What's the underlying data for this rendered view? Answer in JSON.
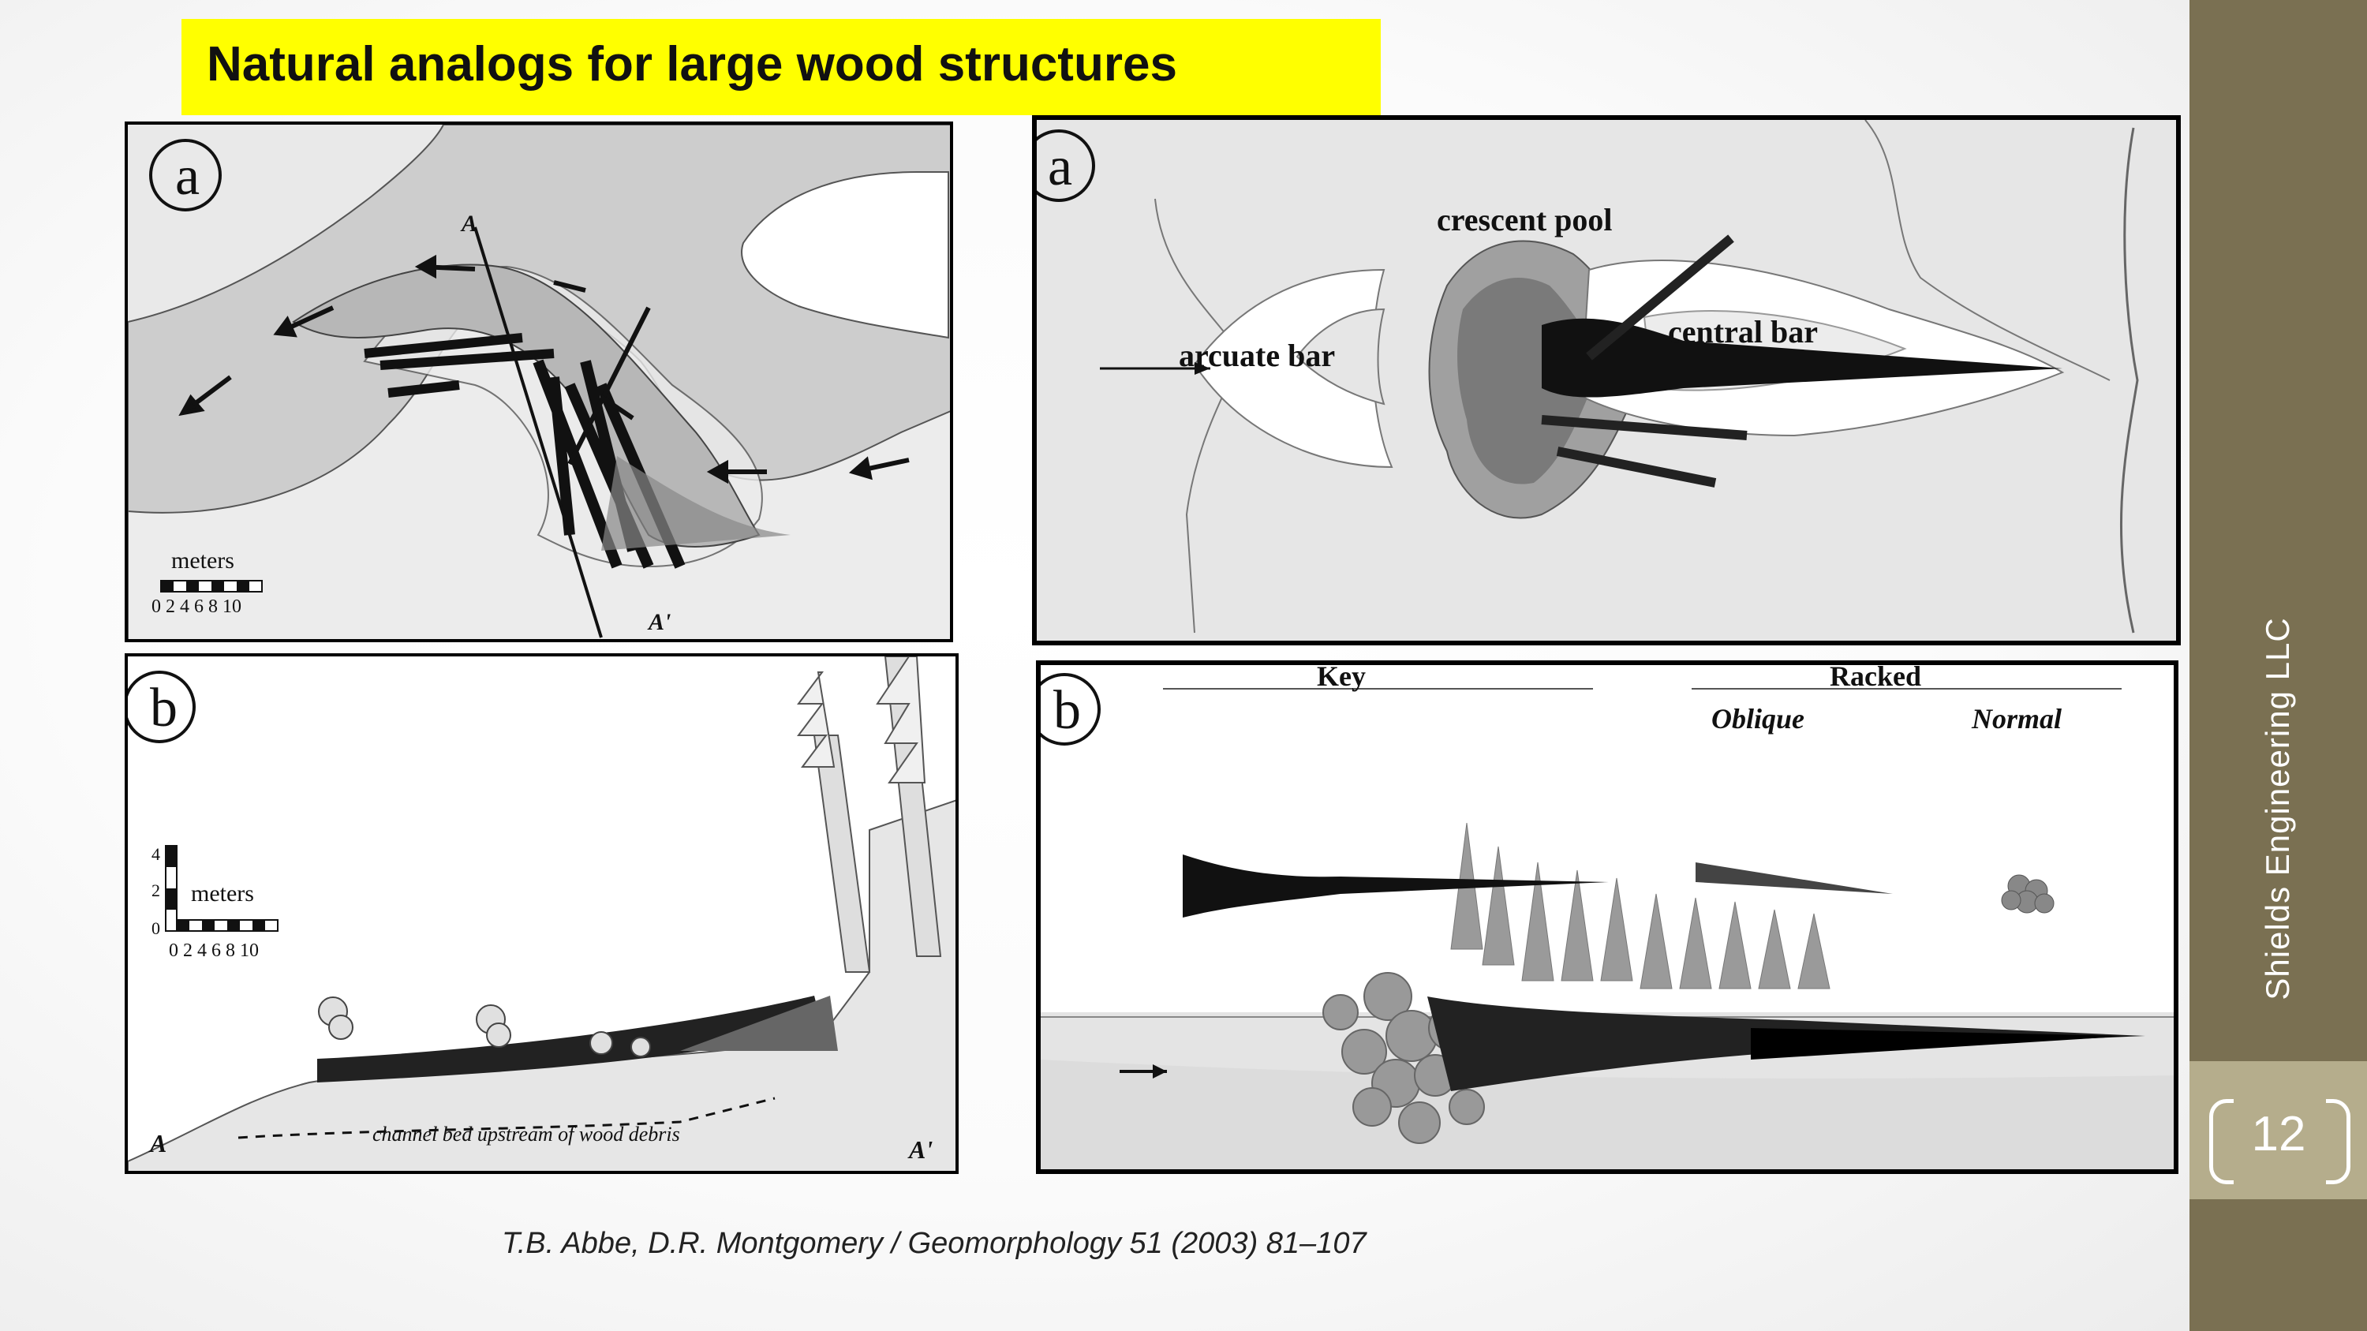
{
  "slide": {
    "title": "Natural analogs for large wood structures",
    "citation": "T.B. Abbe, D.R. Montgomery / Geomorphology 51 (2003) 81–107",
    "company": "Shields Engineering LLC",
    "page_number": "12",
    "colors": {
      "title_highlight": "#ffff00",
      "sidebar": "#7a7052",
      "page_badge": "#b5ad8c"
    }
  },
  "figures": {
    "top_left": {
      "panel_label": "a",
      "section_start": "A",
      "section_end": "A'",
      "scale_title": "meters",
      "scale_ticks": "0 2 4 6 8 10"
    },
    "bottom_left": {
      "panel_label": "b",
      "scale_title": "meters",
      "vertical_ticks": [
        "4",
        "2",
        "0"
      ],
      "scale_ticks": "0 2 4 6 8 10",
      "bed_label": "channel bed upstream of wood debris",
      "section_start": "A",
      "section_end": "A'"
    },
    "top_right": {
      "panel_label": "a",
      "label_crescent_pool": "crescent pool",
      "label_arcuate_bar": "arcuate bar",
      "label_central_bar": "central bar"
    },
    "bottom_right": {
      "panel_label": "b",
      "label_key": "Key",
      "label_racked": "Racked",
      "label_oblique": "Oblique",
      "label_normal": "Normal"
    }
  }
}
